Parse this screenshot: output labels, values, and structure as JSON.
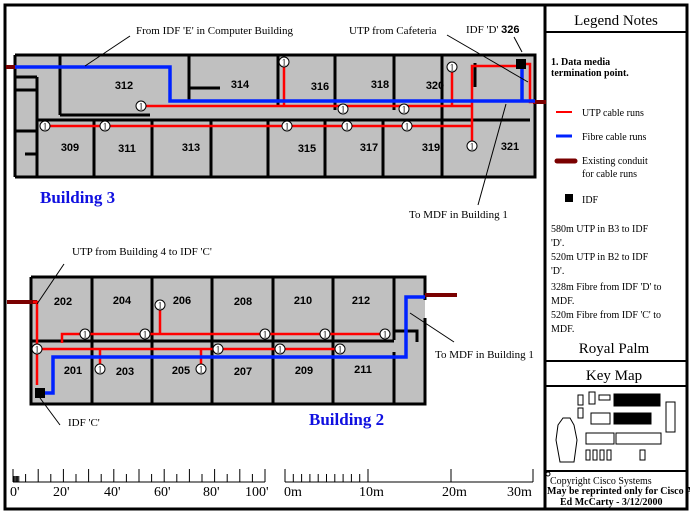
{
  "building3": {
    "title": "Building 3",
    "rooms": [
      "312",
      "314",
      "316",
      "318",
      "320",
      "309",
      "311",
      "313",
      "315",
      "317",
      "319",
      "321"
    ],
    "callouts": {
      "from_idf_e": "From IDF 'E' in Computer Building",
      "utp_cafeteria": "UTP from Cafeteria",
      "idf_d": "IDF 'D'",
      "idf_d_room": "326",
      "to_mdf": "To MDF in Building 1"
    }
  },
  "building2": {
    "title": "Building 2",
    "rooms": [
      "202",
      "204",
      "206",
      "208",
      "210",
      "212",
      "201",
      "203",
      "205",
      "207",
      "209",
      "211"
    ],
    "callouts": {
      "utp_b4": "UTP from Building 4 to IDF 'C'",
      "idf_c": "IDF 'C'",
      "to_mdf": "To MDF in Building 1"
    }
  },
  "outlet_label": "1",
  "scale": {
    "feet_labels": [
      "0'",
      "20'",
      "40'",
      "60'",
      "80'",
      "100'"
    ],
    "metre_labels": [
      "0m",
      "10m",
      "20m",
      "30m"
    ]
  },
  "legend": {
    "title": "Legend Notes",
    "note1_line1": "1. Data media",
    "note1_line2": "termination point.",
    "utp": "UTP cable runs",
    "fibre": "Fibre cable runs",
    "conduit_line1": "Existing conduit",
    "conduit_line2": "for cable runs",
    "idf": "IDF",
    "notes": [
      "580m UTP in B3 to IDF",
      "'D'.",
      "520m UTP in B2 to IDF",
      "'D'.",
      "328m Fibre from IDF 'D' to",
      "MDF.",
      "520m Fibre from IDF 'C' to",
      "MDF."
    ],
    "site": "Royal Palm",
    "key_map_title": "Key Map",
    "copyright": "Copyright Cisco Systems",
    "reprint": "May be reprinted only for Cisco Academy",
    "author": "Ed McCarty  -  3/12/2000",
    "colors": {
      "utp": "#ff0000",
      "fibre": "#0022ff",
      "conduit": "#7a0000",
      "idf": "#000000"
    }
  }
}
